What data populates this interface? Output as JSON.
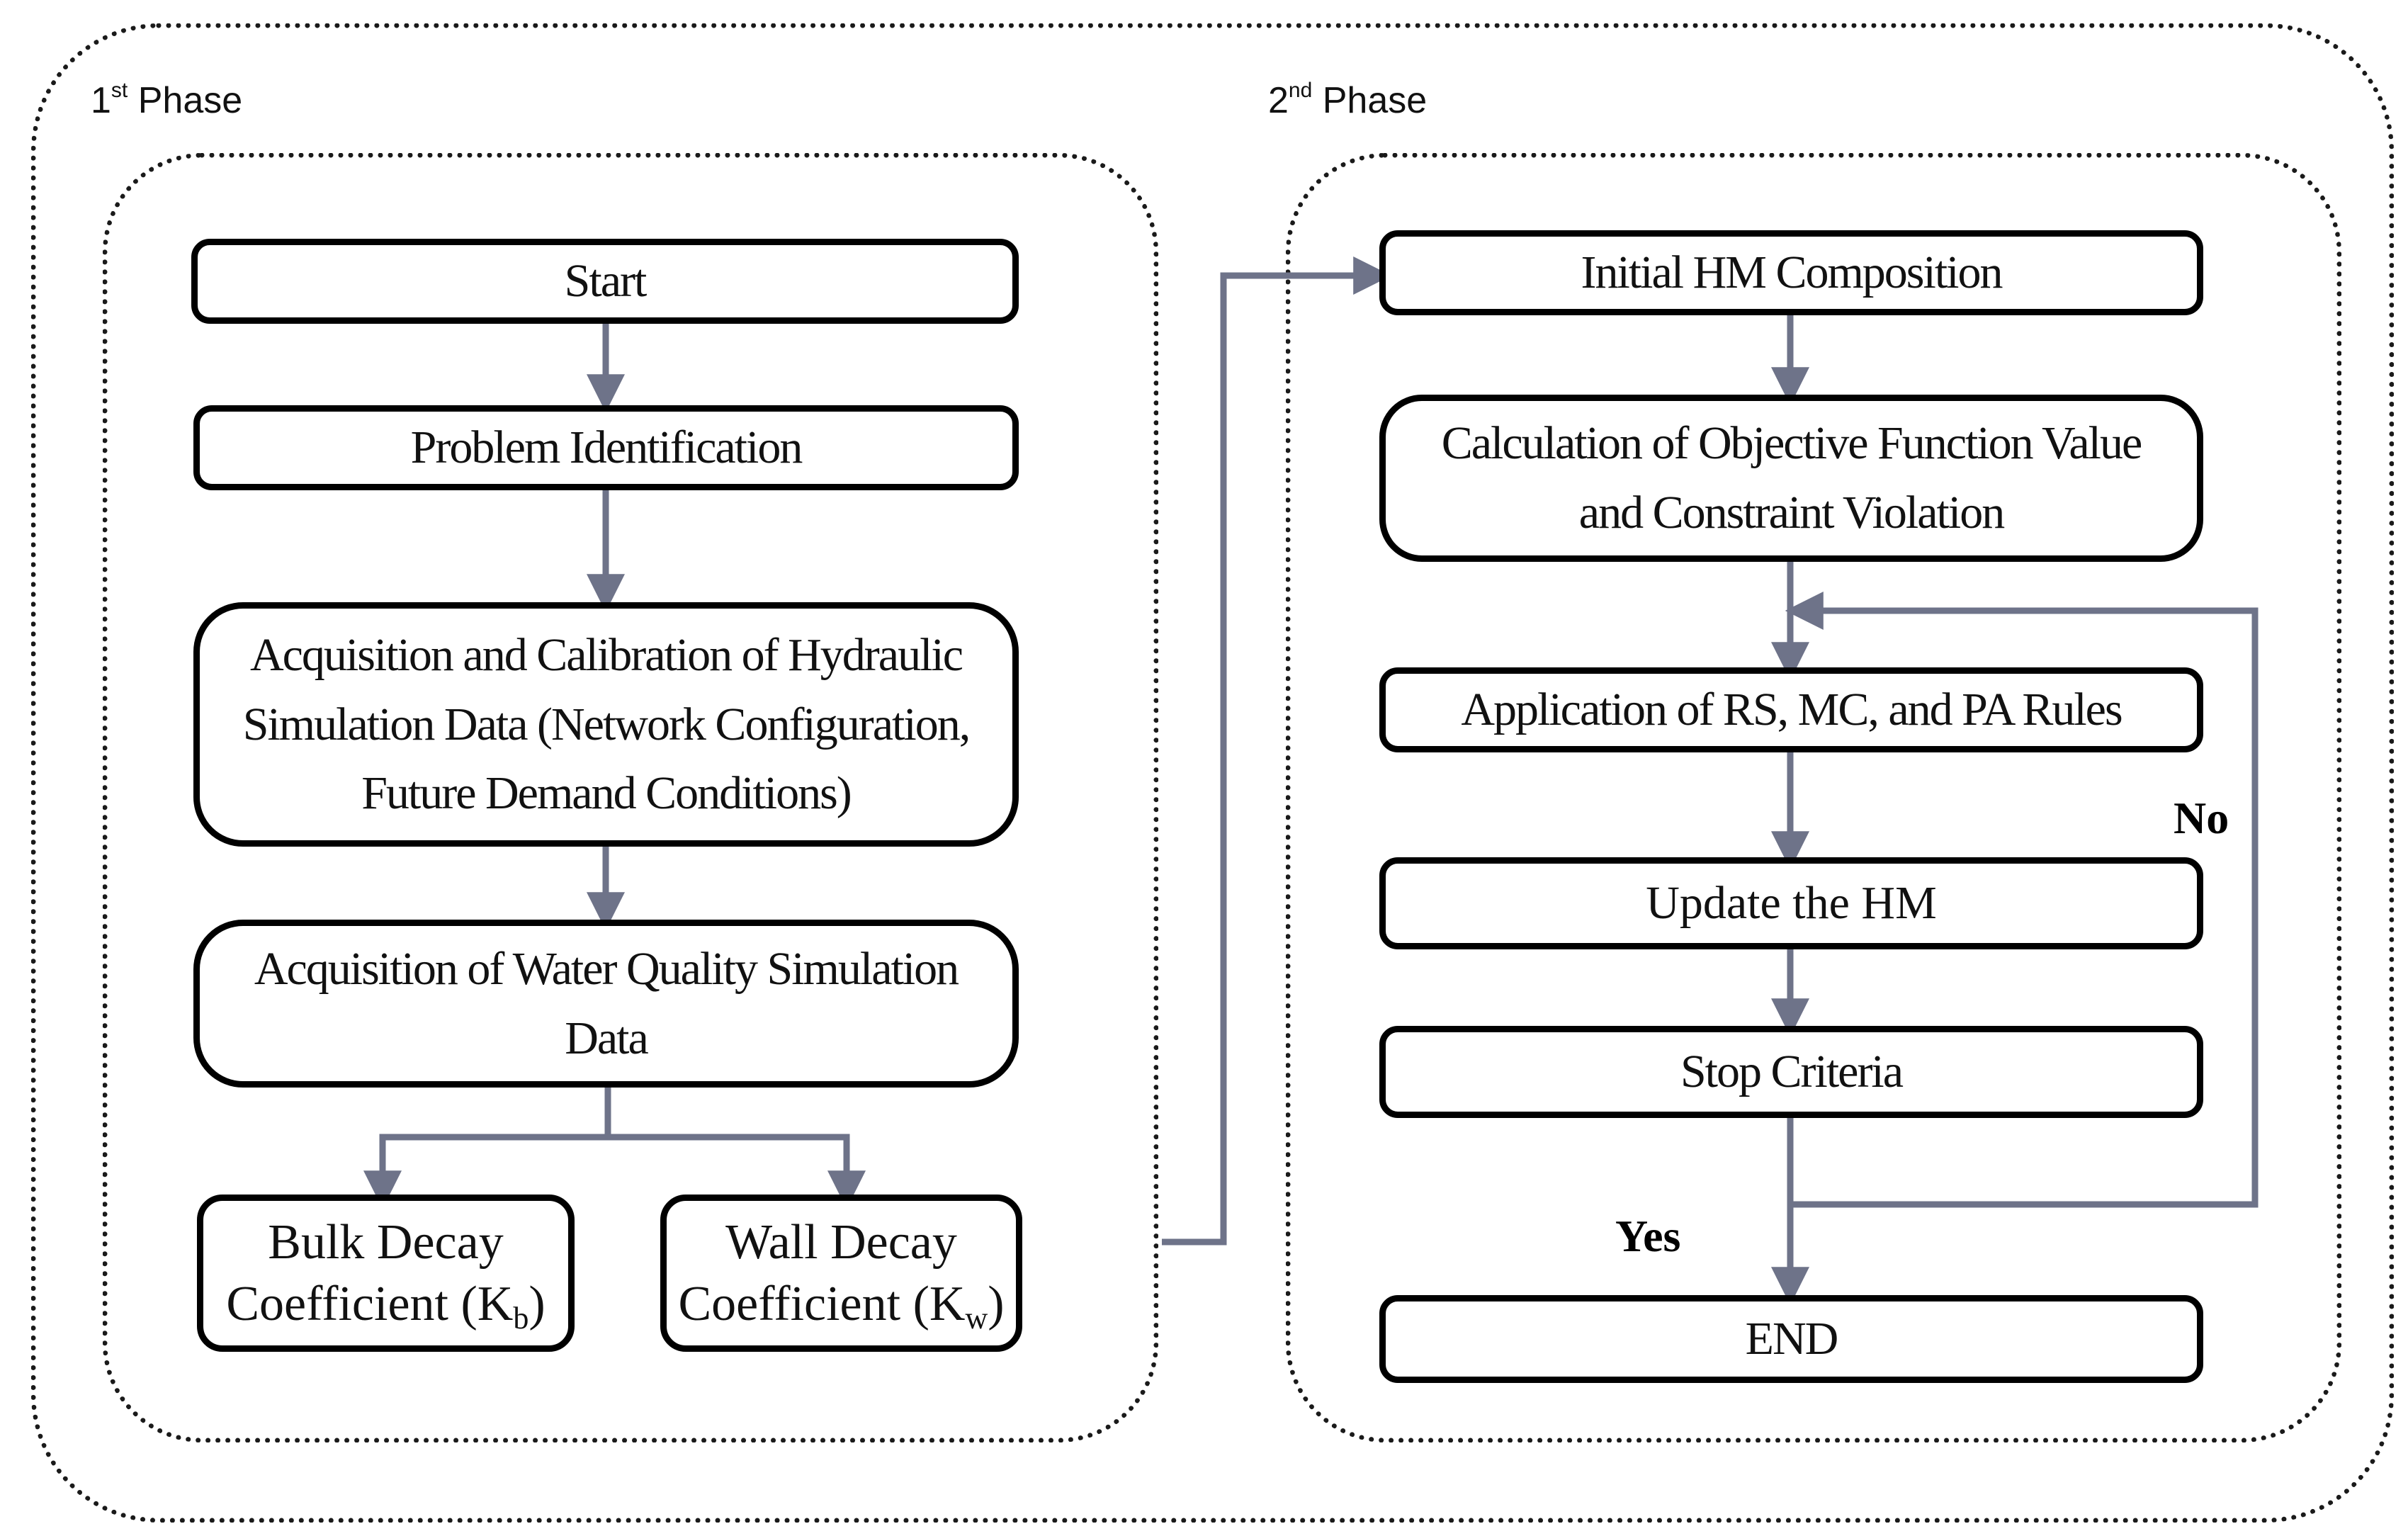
{
  "phases": {
    "first": {
      "number": "1",
      "suffix": "st",
      "label": "Phase"
    },
    "second": {
      "number": "2",
      "suffix": "nd",
      "label": "Phase"
    }
  },
  "phase1": {
    "start": "Start",
    "problem": "Problem Identification",
    "acq_hydraulic": "Acquisition and Calibration of Hydraulic Simulation Data (Network Configuration, Future Demand Conditions)",
    "acq_water": "Acquisition of  Water Quality Simulation Data",
    "bulk": {
      "line1": "Bulk Decay",
      "prefix": "Coefficient (K",
      "sub": "b",
      "suffix": ")"
    },
    "wall": {
      "line1": "Wall Decay",
      "prefix": "Coefficient (K",
      "sub": "w",
      "suffix": ")"
    }
  },
  "phase2": {
    "initial": "Initial HM Composition",
    "calculation": "Calculation of Objective Function Value and Constraint Violation",
    "application": "Application of RS, MC, and PA Rules",
    "update": "Update the HM",
    "stop": "Stop Criteria",
    "end": "END",
    "no_label": "No",
    "yes_label": "Yes"
  },
  "colors": {
    "connector": "#6e7389",
    "border": "#000000"
  }
}
